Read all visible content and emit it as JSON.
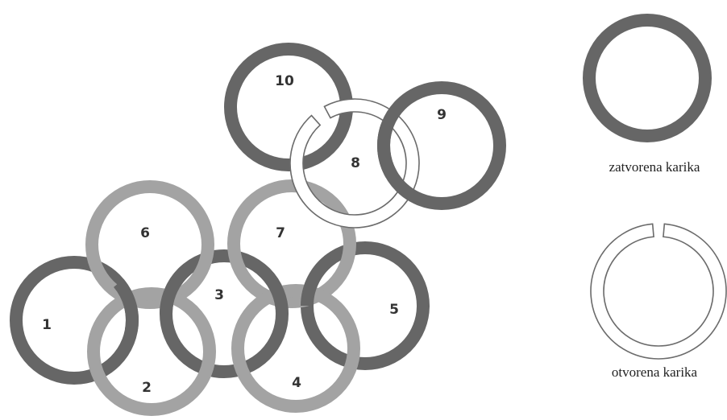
{
  "colors": {
    "dark": "#666666",
    "medium": "#a3a3a3",
    "open_outline": "#6b6b6b",
    "open_fill": "#ffffff",
    "text": "#333333"
  },
  "rings": [
    {
      "label": "1",
      "tone": "dark",
      "type": "closed"
    },
    {
      "label": "2",
      "tone": "medium",
      "type": "closed"
    },
    {
      "label": "3",
      "tone": "dark",
      "type": "closed"
    },
    {
      "label": "4",
      "tone": "medium",
      "type": "closed"
    },
    {
      "label": "5",
      "tone": "dark",
      "type": "closed"
    },
    {
      "label": "6",
      "tone": "medium",
      "type": "closed"
    },
    {
      "label": "7",
      "tone": "medium",
      "type": "closed"
    },
    {
      "label": "8",
      "tone": "open",
      "type": "open"
    },
    {
      "label": "9",
      "tone": "dark",
      "type": "closed"
    },
    {
      "label": "10",
      "tone": "dark",
      "type": "closed"
    }
  ],
  "legend": {
    "closed_label": "zatvorena karika",
    "open_label": "otvorena karika"
  }
}
